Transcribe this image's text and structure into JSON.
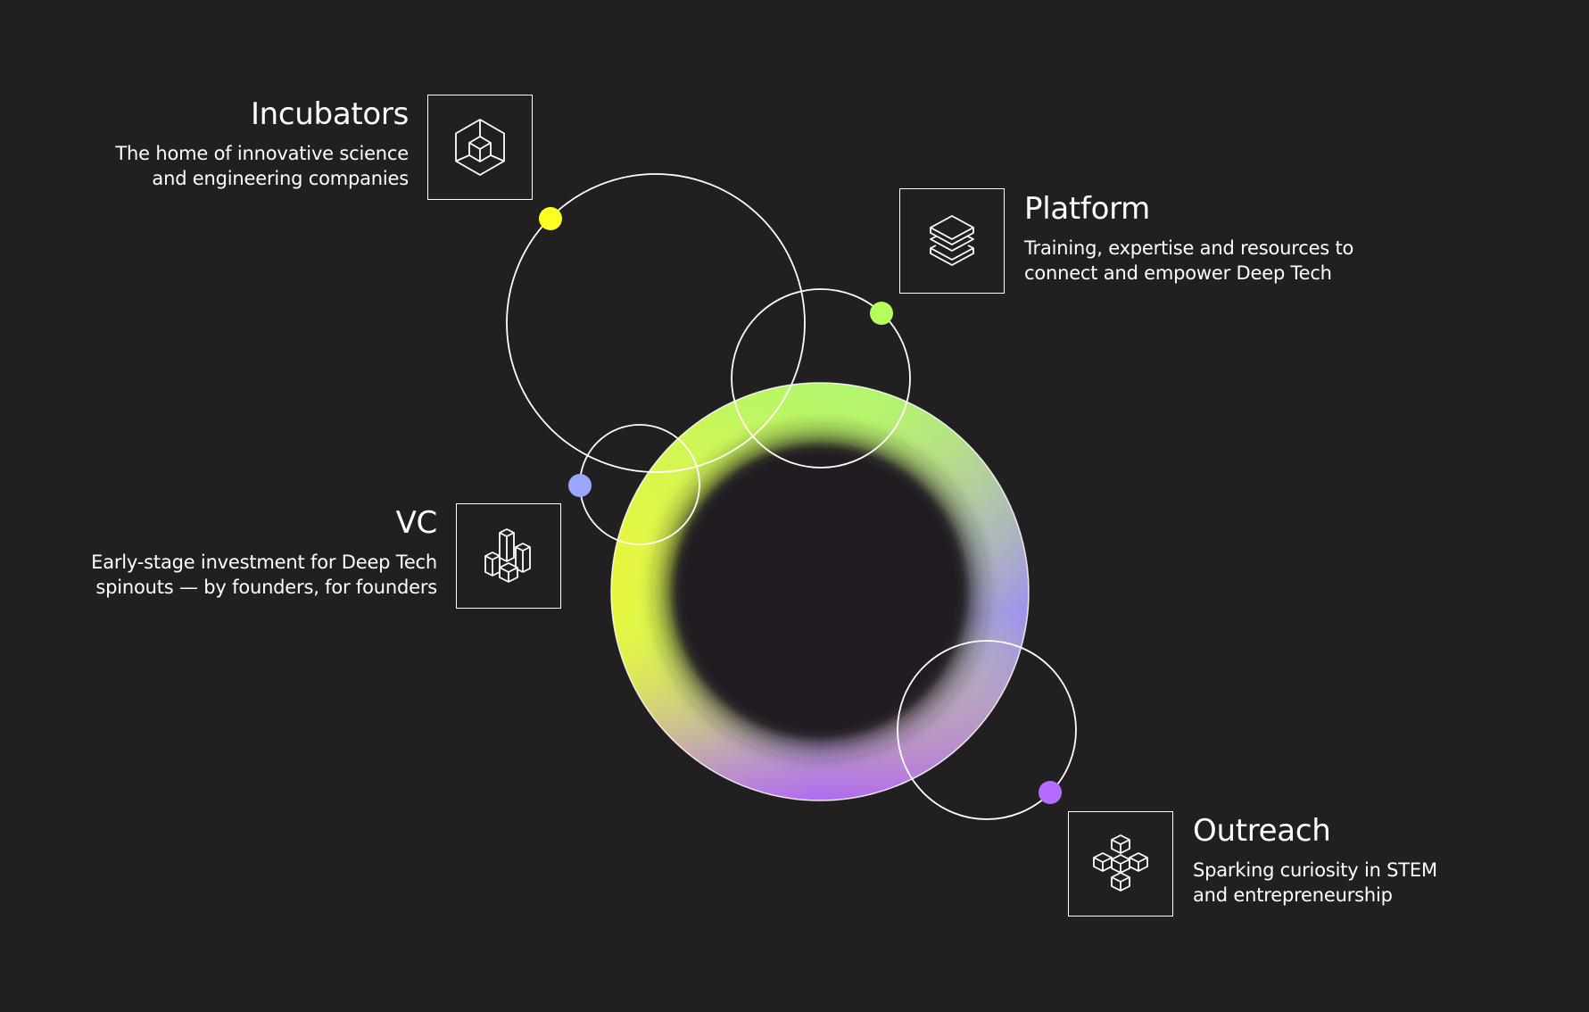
{
  "colors": {
    "background": "#221f20",
    "incubators_dot": "#ffff22",
    "platform_dot": "#b5ff5c",
    "vc_dot": "#9aa6ff",
    "outreach_dot": "#b66cff"
  },
  "items": [
    {
      "key": "incubators",
      "title": "Incubators",
      "description_line1": "The home of innovative science",
      "description_line2": "and engineering companies",
      "icon": "cube-icon"
    },
    {
      "key": "platform",
      "title": "Platform",
      "description_line1": "Training, expertise and resources to",
      "description_line2": "connect and empower Deep Tech",
      "icon": "layers-icon"
    },
    {
      "key": "vc",
      "title": "VC",
      "description_line1": "Early-stage investment for Deep Tech",
      "description_line2": "spinouts — by founders, for founders",
      "icon": "blocks-icon"
    },
    {
      "key": "outreach",
      "title": "Outreach",
      "description_line1": "Sparking curiosity in STEM",
      "description_line2": "and entrepreneurship",
      "icon": "cross-cubes-icon"
    }
  ]
}
